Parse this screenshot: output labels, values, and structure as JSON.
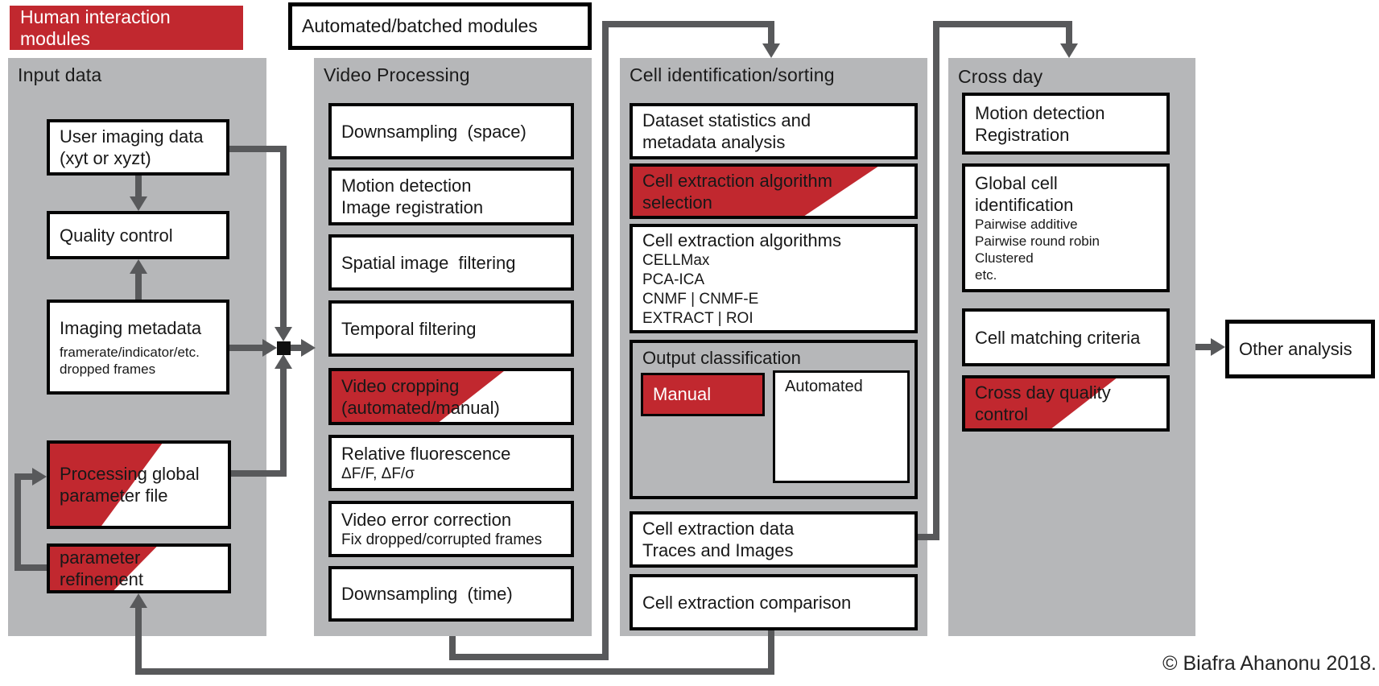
{
  "colors": {
    "accent_red": "#c1282f",
    "column_gray": "#b6b7b9",
    "connector_gray": "#58595b",
    "border_black": "#000000"
  },
  "legend": {
    "human_modules": "Human interaction modules",
    "automated_modules": "Automated/batched modules"
  },
  "input": {
    "title": "Input data",
    "user_imaging": {
      "l1": "User imaging data",
      "l2": "(xyt or xyzt)"
    },
    "quality": "Quality control",
    "metadata": {
      "l1": "Imaging metadata",
      "s1": "framerate/indicator/etc.",
      "s2": "dropped frames"
    },
    "global_param": {
      "l1": "Processing global",
      "l2": "parameter file"
    },
    "param_refine": {
      "l1": "parameter",
      "l2": "refinement"
    }
  },
  "video": {
    "title": "Video Processing",
    "downsample_space": "Downsampling  (space)",
    "motion": {
      "l1": "Motion detection",
      "l2": "Image registration"
    },
    "spatial": "Spatial image  filtering",
    "temporal": "Temporal filtering",
    "cropping": {
      "l1": "Video cropping",
      "l2": "(automated/manual)"
    },
    "rel_fluor": {
      "l1": "Relative fluorescence",
      "s1": "ΔF/F, ΔF/σ"
    },
    "error_corr": {
      "l1": "Video error correction",
      "s1": "Fix dropped/corrupted frames"
    },
    "downsample_time": "Downsampling  (time)"
  },
  "cellid": {
    "title": "Cell identification/sorting",
    "dataset_stats": {
      "l1": "Dataset statistics and",
      "l2": "metadata analysis"
    },
    "algo_selection": {
      "l1": "Cell extraction algorithm",
      "l2": "selection"
    },
    "algorithms": {
      "l1": "Cell extraction algorithms",
      "s1": "CELLMax",
      "s2": "PCA-ICA",
      "s3": "CNMF | CNMF-E",
      "s4": "EXTRACT | ROI"
    },
    "output_class": {
      "title": "Output classification",
      "manual": "Manual",
      "automated": "Automated"
    },
    "extraction_data": {
      "l1": "Cell extraction data",
      "l2": "Traces and Images"
    },
    "comparison": "Cell extraction comparison"
  },
  "crossday": {
    "title": "Cross day",
    "motion": {
      "l1": "Motion detection",
      "l2": "Registration"
    },
    "global_id": {
      "l1": "Global cell",
      "l2": "identification",
      "s1": "Pairwise additive",
      "s2": "Pairwise round robin",
      "s3": "Clustered",
      "s4": "etc."
    },
    "matching": "Cell matching criteria",
    "quality": {
      "l1": "Cross day quality",
      "l2": "control"
    }
  },
  "other_analysis": "Other analysis",
  "copyright": "© Biafra Ahanonu 2018."
}
